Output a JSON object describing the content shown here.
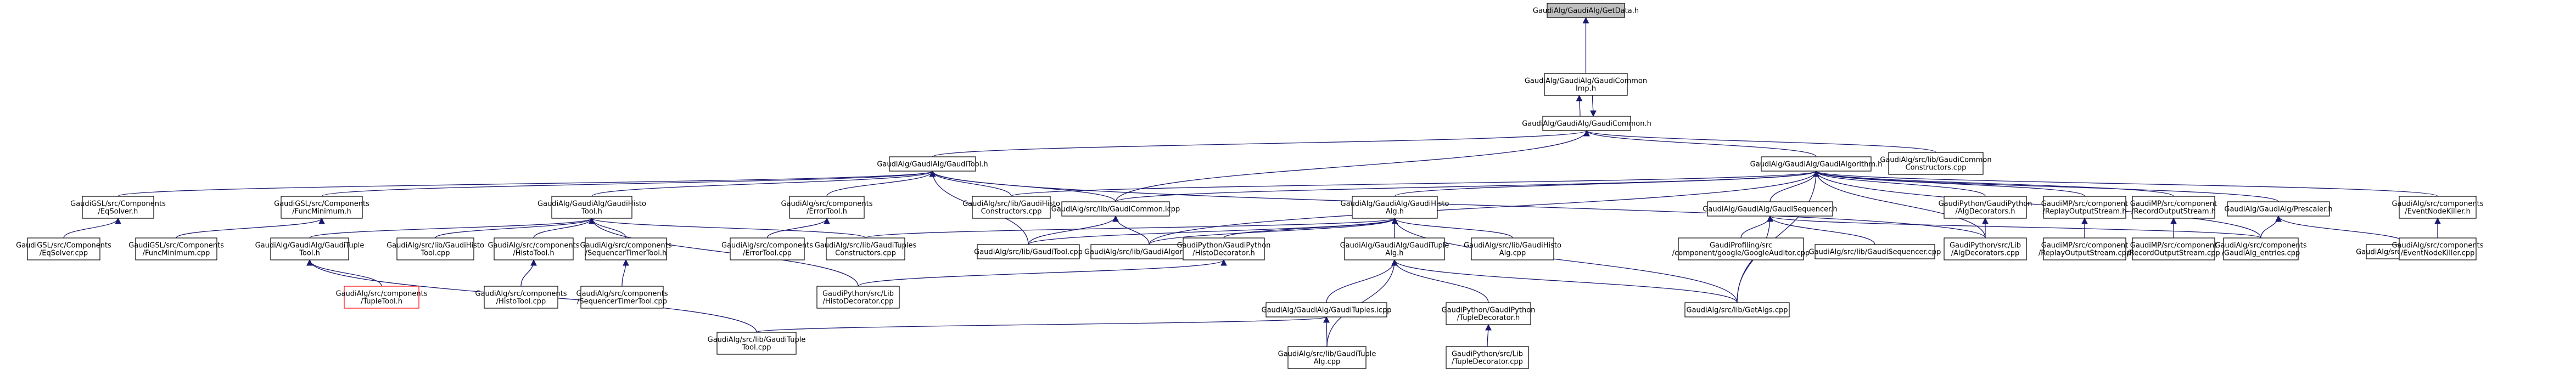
{
  "colors": {
    "edge": "#191970",
    "root_fill": "#bfbfbf",
    "highlight_border": "#ff0000"
  },
  "nodes": [
    {
      "id": "n0",
      "lines": [
        "GaudiAlg/GaudiAlg/GetData.h"
      ],
      "root": true
    },
    {
      "id": "n1",
      "lines": [
        "GaudiAlg/GaudiAlg/GaudiCommon",
        "Imp.h"
      ]
    },
    {
      "id": "n2",
      "lines": [
        "GaudiAlg/GaudiAlg/GaudiCommon.h"
      ]
    },
    {
      "id": "n3",
      "lines": [
        "GaudiAlg/GaudiAlg/GaudiTool.h"
      ]
    },
    {
      "id": "n4",
      "lines": [
        "GaudiAlg/GaudiAlg/GaudiAlgorithm.h"
      ]
    },
    {
      "id": "n5",
      "lines": [
        "GaudiAlg/src/lib/GaudiCommon",
        "Constructors.cpp"
      ]
    },
    {
      "id": "n6",
      "lines": [
        "GaudiGSL/src/Components",
        "/EqSolver.h"
      ]
    },
    {
      "id": "n7",
      "lines": [
        "GaudiGSL/src/Components",
        "/FuncMinimum.h"
      ]
    },
    {
      "id": "n8",
      "lines": [
        "GaudiAlg/GaudiAlg/GaudiHisto",
        "Tool.h"
      ]
    },
    {
      "id": "n9",
      "lines": [
        "GaudiAlg/src/components",
        "/ErrorTool.h"
      ]
    },
    {
      "id": "n10",
      "lines": [
        "GaudiAlg/src/lib/GaudiHisto",
        "Constructors.cpp"
      ]
    },
    {
      "id": "n11",
      "lines": [
        "GaudiAlg/src/lib/GaudiCommon.icpp"
      ]
    },
    {
      "id": "n12",
      "lines": [
        "GaudiAlg/GaudiAlg/GaudiHisto",
        "Alg.h"
      ]
    },
    {
      "id": "n13",
      "lines": [
        "GaudiAlg/GaudiAlg/GaudiSequencer.h"
      ]
    },
    {
      "id": "n14",
      "lines": [
        "GaudiPython/GaudiPython",
        "/AlgDecorators.h"
      ]
    },
    {
      "id": "n15",
      "lines": [
        "GaudiMP/src/component",
        "/ReplayOutputStream.h"
      ]
    },
    {
      "id": "n16",
      "lines": [
        "GaudiMP/src/component",
        "/RecordOutputStream.h"
      ]
    },
    {
      "id": "n17",
      "lines": [
        "GaudiAlg/GaudiAlg/Prescaler.h"
      ]
    },
    {
      "id": "n18",
      "lines": [
        "GaudiAlg/src/components",
        "/EventNodeKiller.h"
      ]
    },
    {
      "id": "n19",
      "lines": [
        "GaudiGSL/src/Components",
        "/EqSolver.cpp"
      ]
    },
    {
      "id": "n20",
      "lines": [
        "GaudiGSL/src/Components",
        "/FuncMinimum.cpp"
      ]
    },
    {
      "id": "n21",
      "lines": [
        "GaudiAlg/GaudiAlg/GaudiTuple",
        "Tool.h"
      ]
    },
    {
      "id": "n22",
      "lines": [
        "GaudiAlg/src/lib/GaudiHisto",
        "Tool.cpp"
      ]
    },
    {
      "id": "n23",
      "lines": [
        "GaudiAlg/src/components",
        "/HistoTool.h"
      ]
    },
    {
      "id": "n24",
      "lines": [
        "GaudiAlg/src/components",
        "/SequencerTimerTool.h"
      ]
    },
    {
      "id": "n25",
      "lines": [
        "GaudiAlg/src/components",
        "/ErrorTool.cpp"
      ]
    },
    {
      "id": "n26",
      "lines": [
        "GaudiAlg/src/lib/GaudiTuples",
        "Constructors.cpp"
      ]
    },
    {
      "id": "n27",
      "lines": [
        "GaudiAlg/src/lib/GaudiTool.cpp"
      ]
    },
    {
      "id": "n28",
      "lines": [
        "GaudiAlg/src/lib/GaudiAlgorithm.cpp"
      ]
    },
    {
      "id": "n29",
      "lines": [
        "GaudiPython/GaudiPython",
        "/HistoDecorator.h"
      ]
    },
    {
      "id": "n30",
      "lines": [
        "GaudiAlg/GaudiAlg/GaudiTuple",
        "Alg.h"
      ]
    },
    {
      "id": "n31",
      "lines": [
        "GaudiAlg/src/lib/GaudiHisto",
        "Alg.cpp"
      ]
    },
    {
      "id": "n32",
      "lines": [
        "GaudiProfiling/src",
        "/component/google/GoogleAuditor.cpp"
      ]
    },
    {
      "id": "n33",
      "lines": [
        "GaudiAlg/src/lib/GaudiSequencer.cpp"
      ]
    },
    {
      "id": "n34",
      "lines": [
        "GaudiPython/src/Lib",
        "/AlgDecorators.cpp"
      ]
    },
    {
      "id": "n35",
      "lines": [
        "GaudiMP/src/component",
        "/ReplayOutputStream.cpp"
      ]
    },
    {
      "id": "n36",
      "lines": [
        "GaudiMP/src/component",
        "/RecordOutputStream.cpp"
      ]
    },
    {
      "id": "n37",
      "lines": [
        "GaudiAlg/src/components",
        "/GaudiAlg_entries.cpp"
      ]
    },
    {
      "id": "n38",
      "lines": [
        "GaudiAlg/src/lib/Prescaler.cpp"
      ]
    },
    {
      "id": "n39",
      "lines": [
        "GaudiAlg/src/components",
        "/EventNodeKiller.cpp"
      ]
    },
    {
      "id": "n40",
      "lines": [
        "GaudiAlg/src/components",
        "/TupleTool.h"
      ],
      "red": true
    },
    {
      "id": "n41",
      "lines": [
        "GaudiAlg/src/components",
        "/HistoTool.cpp"
      ]
    },
    {
      "id": "n42",
      "lines": [
        "GaudiAlg/src/components",
        "/SequencerTimerTool.cpp"
      ]
    },
    {
      "id": "n43",
      "lines": [
        "GaudiPython/src/Lib",
        "/HistoDecorator.cpp"
      ]
    },
    {
      "id": "n44",
      "lines": [
        "GaudiAlg/GaudiAlg/GaudiTuples.icpp"
      ]
    },
    {
      "id": "n45",
      "lines": [
        "GaudiPython/GaudiPython",
        "/TupleDecorator.h"
      ]
    },
    {
      "id": "n46",
      "lines": [
        "GaudiAlg/src/lib/GetAlgs.cpp"
      ]
    },
    {
      "id": "n47",
      "lines": [
        "GaudiAlg/src/lib/GaudiTuple",
        "Tool.cpp"
      ]
    },
    {
      "id": "n48",
      "lines": [
        "GaudiAlg/src/lib/GaudiTuple",
        "Alg.cpp"
      ]
    },
    {
      "id": "n49",
      "lines": [
        "GaudiPython/src/Lib",
        "/TupleDecorator.cpp"
      ]
    }
  ],
  "edges": [
    [
      "n0",
      "n1"
    ],
    [
      "n1",
      "n2"
    ],
    [
      "n2",
      "n1"
    ],
    [
      "n2",
      "n3"
    ],
    [
      "n2",
      "n4"
    ],
    [
      "n2",
      "n5"
    ],
    [
      "n2",
      "n11"
    ],
    [
      "n3",
      "n6"
    ],
    [
      "n3",
      "n7"
    ],
    [
      "n3",
      "n8"
    ],
    [
      "n3",
      "n9"
    ],
    [
      "n3",
      "n10"
    ],
    [
      "n3",
      "n11"
    ],
    [
      "n3",
      "n27"
    ],
    [
      "n3",
      "n34"
    ],
    [
      "n4",
      "n11"
    ],
    [
      "n4",
      "n12"
    ],
    [
      "n4",
      "n13"
    ],
    [
      "n4",
      "n14"
    ],
    [
      "n4",
      "n15"
    ],
    [
      "n4",
      "n16"
    ],
    [
      "n4",
      "n17"
    ],
    [
      "n4",
      "n18"
    ],
    [
      "n4",
      "n28"
    ],
    [
      "n4",
      "n34"
    ],
    [
      "n4",
      "n37"
    ],
    [
      "n4",
      "n46"
    ],
    [
      "n4",
      "n10"
    ],
    [
      "n6",
      "n19"
    ],
    [
      "n7",
      "n20"
    ],
    [
      "n8",
      "n21"
    ],
    [
      "n8",
      "n22"
    ],
    [
      "n8",
      "n23"
    ],
    [
      "n8",
      "n24"
    ],
    [
      "n8",
      "n26"
    ],
    [
      "n8",
      "n43"
    ],
    [
      "n9",
      "n25"
    ],
    [
      "n11",
      "n27"
    ],
    [
      "n11",
      "n28"
    ],
    [
      "n12",
      "n27"
    ],
    [
      "n12",
      "n28"
    ],
    [
      "n12",
      "n29"
    ],
    [
      "n12",
      "n30"
    ],
    [
      "n12",
      "n31"
    ],
    [
      "n12",
      "n46"
    ],
    [
      "n12",
      "n26"
    ],
    [
      "n13",
      "n32"
    ],
    [
      "n13",
      "n33"
    ],
    [
      "n13",
      "n37"
    ],
    [
      "n13",
      "n46"
    ],
    [
      "n14",
      "n34"
    ],
    [
      "n15",
      "n35"
    ],
    [
      "n16",
      "n36"
    ],
    [
      "n17",
      "n37"
    ],
    [
      "n17",
      "n38"
    ],
    [
      "n18",
      "n39"
    ],
    [
      "n21",
      "n40"
    ],
    [
      "n21",
      "n47"
    ],
    [
      "n23",
      "n41"
    ],
    [
      "n24",
      "n42"
    ],
    [
      "n29",
      "n43"
    ],
    [
      "n30",
      "n44"
    ],
    [
      "n30",
      "n45"
    ],
    [
      "n30",
      "n46"
    ],
    [
      "n30",
      "n48"
    ],
    [
      "n44",
      "n47"
    ],
    [
      "n44",
      "n48"
    ],
    [
      "n45",
      "n49"
    ]
  ]
}
